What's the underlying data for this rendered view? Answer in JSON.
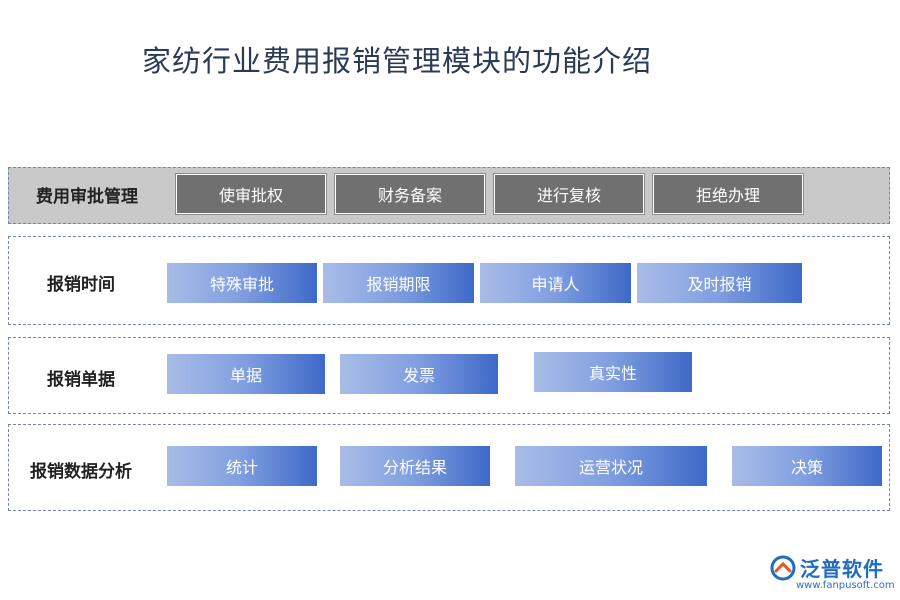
{
  "title": "家纺行业费用报销管理模块的功能介绍",
  "rows": [
    {
      "label": "费用审批管理",
      "items": [
        "使审批权",
        "财务备案",
        "进行复核",
        "拒绝办理"
      ]
    },
    {
      "label": "报销时间",
      "items": [
        "特殊审批",
        "报销期限",
        "申请人",
        "及时报销"
      ]
    },
    {
      "label": "报销单据",
      "items": [
        "单据",
        "发票",
        "真实性"
      ]
    },
    {
      "label": "报销数据分析",
      "items": [
        "统计",
        "分析结果",
        "运营状况",
        "决策"
      ]
    }
  ],
  "logo": {
    "name": "泛普软件",
    "url": "www.fanpusoft.com"
  },
  "colors": {
    "accent": "#3e69c8",
    "title": "#2b3a55",
    "chip_dark": "#707070",
    "panel_gray": "#c9c9c9",
    "logo": "#1f6dbf"
  }
}
